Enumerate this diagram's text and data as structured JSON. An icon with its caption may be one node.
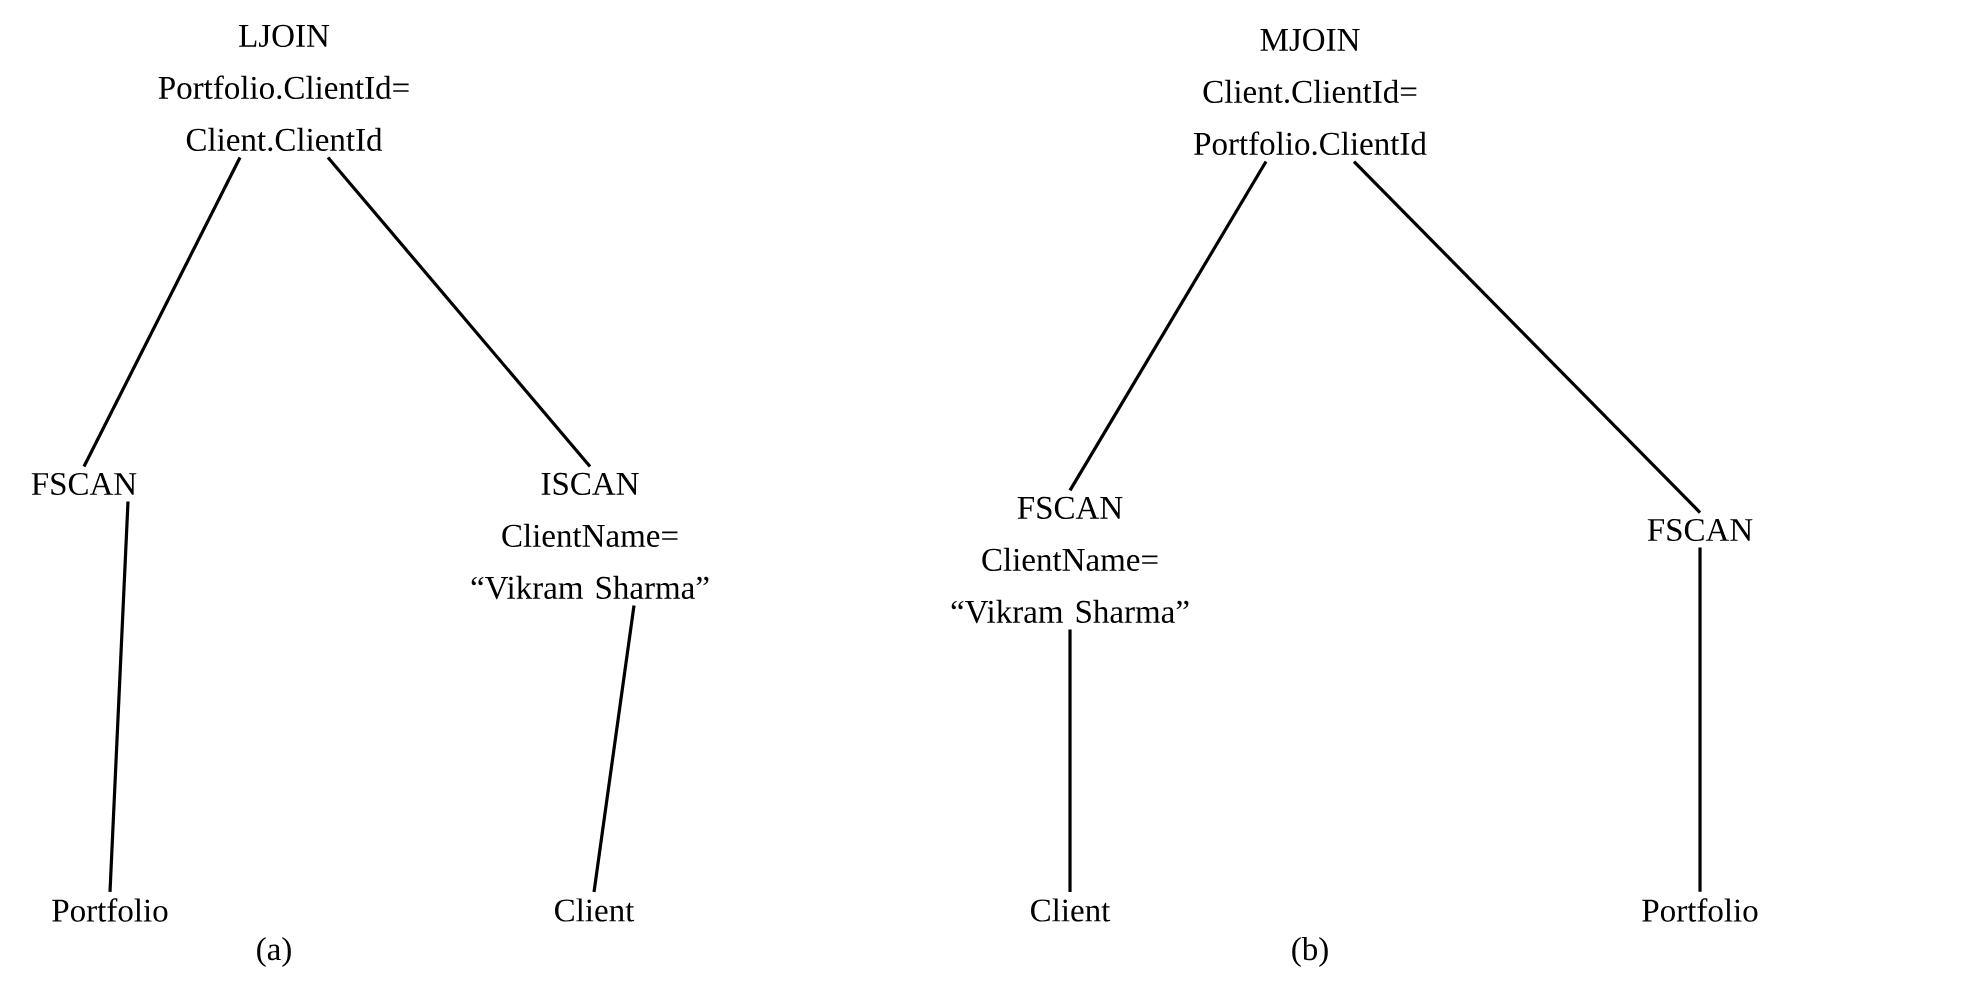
{
  "diagram": {
    "nodes": [
      {
        "text": [
          "LJOIN",
          "Portfolio.ClientId= Client.ClientId"
        ]
      },
      {
        "text": [
          "FSCAN"
        ]
      },
      {
        "text": [
          "ISCAN",
          "ClientName= “Vikram Sharma”"
        ]
      },
      {
        "text": [
          "Portfolio"
        ]
      },
      {
        "text": [
          "Client"
        ]
      },
      {
        "text": [
          "MJOIN",
          "Client.ClientId= Portfolio.ClientId"
        ]
      },
      {
        "text": [
          "FSCAN",
          "ClientName= “Vikram Sharma”"
        ]
      },
      {
        "text": [
          "FSCAN"
        ]
      },
      {
        "text": [
          "Client"
        ]
      },
      {
        "text": [
          "Portfolio"
        ]
      }
    ],
    "edges": [
      {
        "from": 0,
        "to": 1,
        "arrow": "none"
      },
      {
        "from": 0,
        "to": 2,
        "arrow": "none"
      },
      {
        "from": 1,
        "to": 3,
        "arrow": "none"
      },
      {
        "from": 2,
        "to": 4,
        "arrow": "none"
      },
      {
        "from": 5,
        "to": 6,
        "arrow": "none"
      },
      {
        "from": 5,
        "to": 7,
        "arrow": "none"
      },
      {
        "from": 6,
        "to": 8,
        "arrow": "none"
      },
      {
        "from": 7,
        "to": 9,
        "arrow": "none"
      }
    ],
    "labels": [
      "(a)",
      "(b)"
    ]
  }
}
